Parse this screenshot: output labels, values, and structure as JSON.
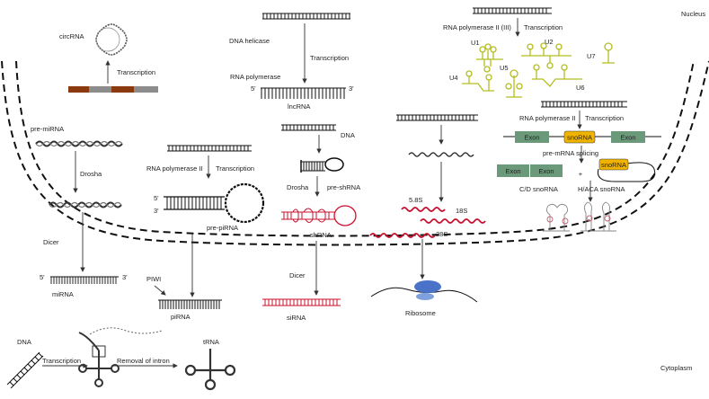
{
  "compartments": {
    "nucleus": "Nucleus",
    "cytoplasm": "Cytoplasm"
  },
  "circrna": {
    "product": "circRNA",
    "step": "Transcription"
  },
  "lncrna": {
    "helicase": "DNA helicase",
    "step": "Transcription",
    "polymerase": "RNA polymerase",
    "end5": "5'",
    "end3": "3'",
    "product": "lncRNA"
  },
  "mirna": {
    "precursor": "pre-miRNA",
    "enzyme1": "Drosha",
    "enzyme2": "Dicer",
    "end5": "5'",
    "end3": "3'",
    "product": "miRNA"
  },
  "pirna": {
    "polymerase": "RNA polymerase II",
    "step": "Transcription",
    "end5": "5'",
    "end3": "3'",
    "precursor": "pre-piRNA",
    "protein": "PIWI",
    "product": "piRNA"
  },
  "sirna": {
    "dna": "DNA",
    "enzyme1": "Drosha",
    "precursor": "pre-shRNA",
    "intermediate": "shRNA",
    "enzyme2": "Dicer",
    "product": "siRNA"
  },
  "rrna": {
    "r58": "5.8S",
    "r18": "18S",
    "r28": "28S",
    "product": "Ribosome"
  },
  "snrna": {
    "polymerase": "RNA polymerase II (III)",
    "step": "Transcription",
    "u1": "U1",
    "u2": "U2",
    "u4": "U4",
    "u5": "U5",
    "u6": "U6",
    "u7": "U7"
  },
  "snorna": {
    "polymerase": "RNA polymerase II",
    "step": "Transcription",
    "exon": "Exon",
    "snorna": "snoRNA",
    "splicing": "pre-mRNA splicing",
    "plus": "+",
    "cd": "C/D snoRNA",
    "haca": "H/ACA snoRNA"
  },
  "trna": {
    "dna": "DNA",
    "step1": "Transcription",
    "step2": "Removal of intron",
    "product": "tRNA"
  },
  "colors": {
    "yellowgreen": "#b5bd1d",
    "red": "#c8102e",
    "brown": "#8b3a10",
    "gray": "#8c8c8c",
    "exon": "#6b9a7a",
    "snobox": "#f0b400",
    "ribosome": "#4a72c8"
  }
}
